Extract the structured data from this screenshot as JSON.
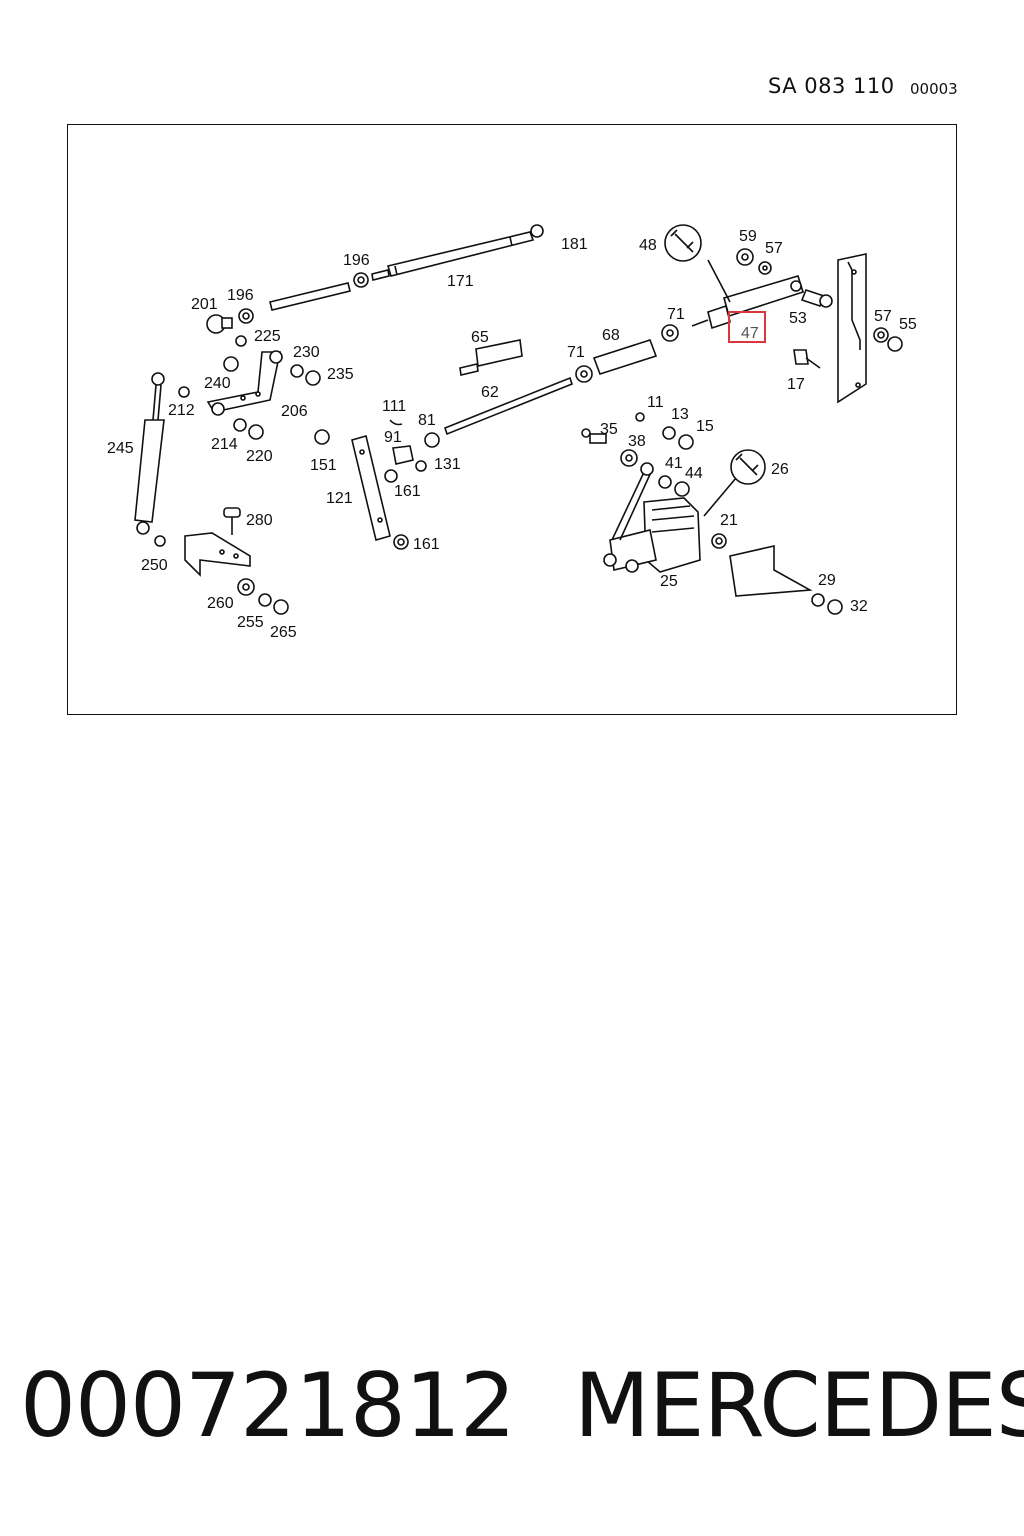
{
  "header": {
    "code": "SA 083 110",
    "sheet": "00003"
  },
  "diagram": {
    "labels": [
      "181",
      "196",
      "171",
      "196",
      "201",
      "225",
      "230",
      "235",
      "240",
      "212",
      "206",
      "245",
      "214",
      "220",
      "65",
      "62",
      "71",
      "68",
      "71",
      "111",
      "81",
      "91",
      "131",
      "151",
      "161",
      "121",
      "161",
      "280",
      "250",
      "260",
      "255",
      "265",
      "48",
      "59",
      "57",
      "53",
      "57",
      "55",
      "17",
      "11",
      "13",
      "15",
      "35",
      "38",
      "41",
      "44",
      "26",
      "21",
      "25",
      "29",
      "32"
    ],
    "highlighted_label": "47",
    "highlight_color": "#d9363e"
  },
  "footer": {
    "number": "000721812",
    "brand": "MERCEDES"
  }
}
